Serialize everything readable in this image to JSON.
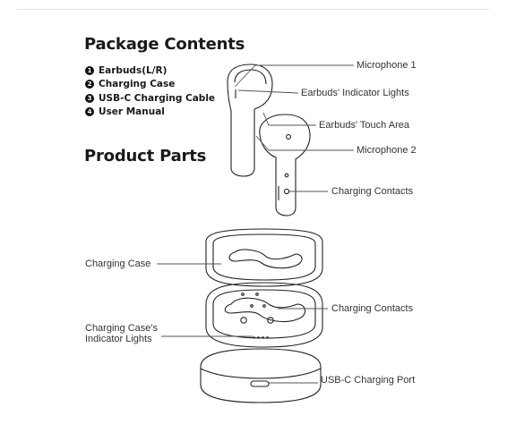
{
  "package_title": "Package Contents",
  "package_items": [
    {
      "num": "1",
      "label": "Earbuds(L/R)"
    },
    {
      "num": "2",
      "label": "Charging Case"
    },
    {
      "num": "3",
      "label": "USB-C Charging Cable"
    },
    {
      "num": "4",
      "label": "User Manual"
    }
  ],
  "parts_title": "Product Parts",
  "earbud_labels": {
    "mic1": "Microphone 1",
    "indicator": "Earbuds' Indicator Lights",
    "touch": "Earbuds' Touch Area",
    "mic2": "Microphone 2",
    "contacts": "Charging Contacts"
  },
  "case_labels": {
    "case": "Charging Case",
    "contacts": "Charging Contacts",
    "indicator_line1": "Charging Case's",
    "indicator_line2": "Indicator Lights",
    "port": "USB-C Charging Port"
  },
  "colors": {
    "text": "#1a1a1a",
    "line": "#555555"
  }
}
